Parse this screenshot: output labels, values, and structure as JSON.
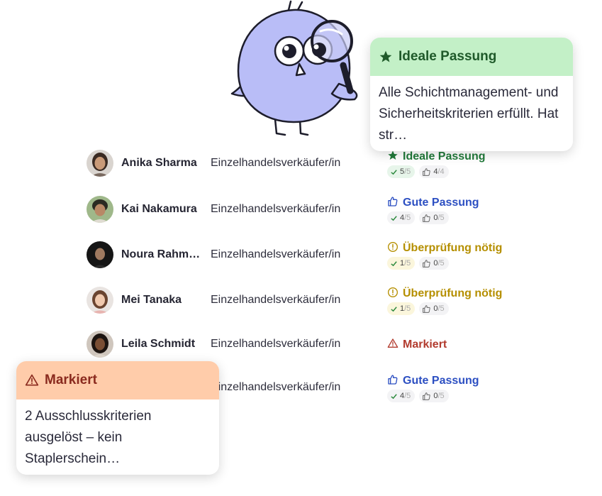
{
  "candidates": [
    {
      "name": "Anika Sharma",
      "role": "Einzelhandelsverkäufer/in",
      "status": "Ideale Passung",
      "status_type": "ideal",
      "criteria": {
        "num": "5",
        "den": "/5"
      },
      "likes": {
        "num": "4",
        "den": "/4"
      }
    },
    {
      "name": "Kai Nakamura",
      "role": "Einzelhandelsverkäufer/in",
      "status": "Gute Passung",
      "status_type": "good",
      "criteria": {
        "num": "4",
        "den": "/5"
      },
      "likes": {
        "num": "0",
        "den": "/5"
      }
    },
    {
      "name": "Noura Rahm…",
      "role": "Einzelhandelsverkäufer/in",
      "status": "Überprüfung nötig",
      "status_type": "review",
      "criteria": {
        "num": "1",
        "den": "/5"
      },
      "likes": {
        "num": "0",
        "den": "/5"
      }
    },
    {
      "name": "Mei Tanaka",
      "role": "Einzelhandelsverkäufer/in",
      "status": "Überprüfung nötig",
      "status_type": "review",
      "criteria": {
        "num": "1",
        "den": "/5"
      },
      "likes": {
        "num": "0",
        "den": "/5"
      }
    },
    {
      "name": "Leila Schmidt",
      "role": "Einzelhandelsverkäufer/in",
      "status": "Markiert",
      "status_type": "flag"
    },
    {
      "name": "",
      "role": "Einzelhandelsverkäufer/in",
      "status": "Gute Passung",
      "status_type": "good",
      "criteria": {
        "num": "4",
        "den": "/5"
      },
      "likes": {
        "num": "0",
        "den": "/5"
      }
    }
  ],
  "tooltip_ideal": {
    "title": "Ideale Passung",
    "body": "Alle Schichtmanagement- und Sicherheitskriterien erfüllt. Hat str…",
    "icon": "star-icon",
    "header_color": "#c3f0c7"
  },
  "tooltip_flag": {
    "title": "Markiert",
    "body": "2 Ausschlusskriterien ausgelöst – kein Staplerschein…",
    "icon": "warning-icon",
    "header_color": "#ffccaa"
  },
  "colors": {
    "ideal": "#217a3a",
    "good": "#2c4fc2",
    "review": "#b58f00",
    "flag": "#b23b2e",
    "mascot": "#b9bdf7"
  }
}
